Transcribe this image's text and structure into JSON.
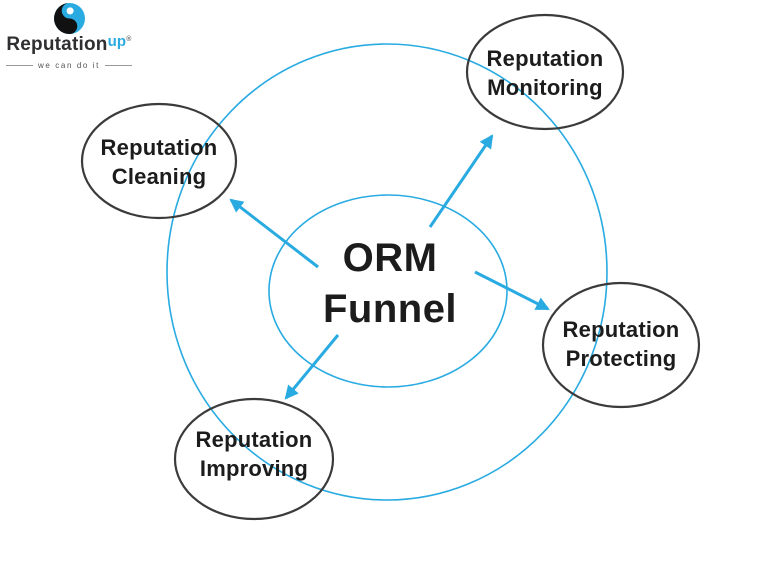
{
  "page": {
    "background": "#ffffff"
  },
  "logo": {
    "brand": "Reputation",
    "brand_suffix": "up",
    "registered_mark": "®",
    "tagline": "we can do it",
    "icon": "reputationup-yin-yang-icon",
    "colors": {
      "dark": "#2f2f31",
      "cyan": "#29abe2",
      "tagline_gray": "#555555"
    }
  },
  "diagram": {
    "type": "hub-and-spoke",
    "hub": {
      "line1": "ORM",
      "line2": "Funnel"
    },
    "nodes": [
      {
        "id": "reputation-monitoring",
        "line1": "Reputation",
        "line2": "Monitoring",
        "position": "top-right"
      },
      {
        "id": "reputation-protecting",
        "line1": "Reputation",
        "line2": "Protecting",
        "position": "right"
      },
      {
        "id": "reputation-improving",
        "line1": "Reputation",
        "line2": "Improving",
        "position": "bottom-left"
      },
      {
        "id": "reputation-cleaning",
        "line1": "Reputation",
        "line2": "Cleaning",
        "position": "upper-left"
      }
    ],
    "colors": {
      "accent": "#29abe2",
      "node_outline": "#3b3b3b",
      "text": "#1c1c1c"
    }
  }
}
